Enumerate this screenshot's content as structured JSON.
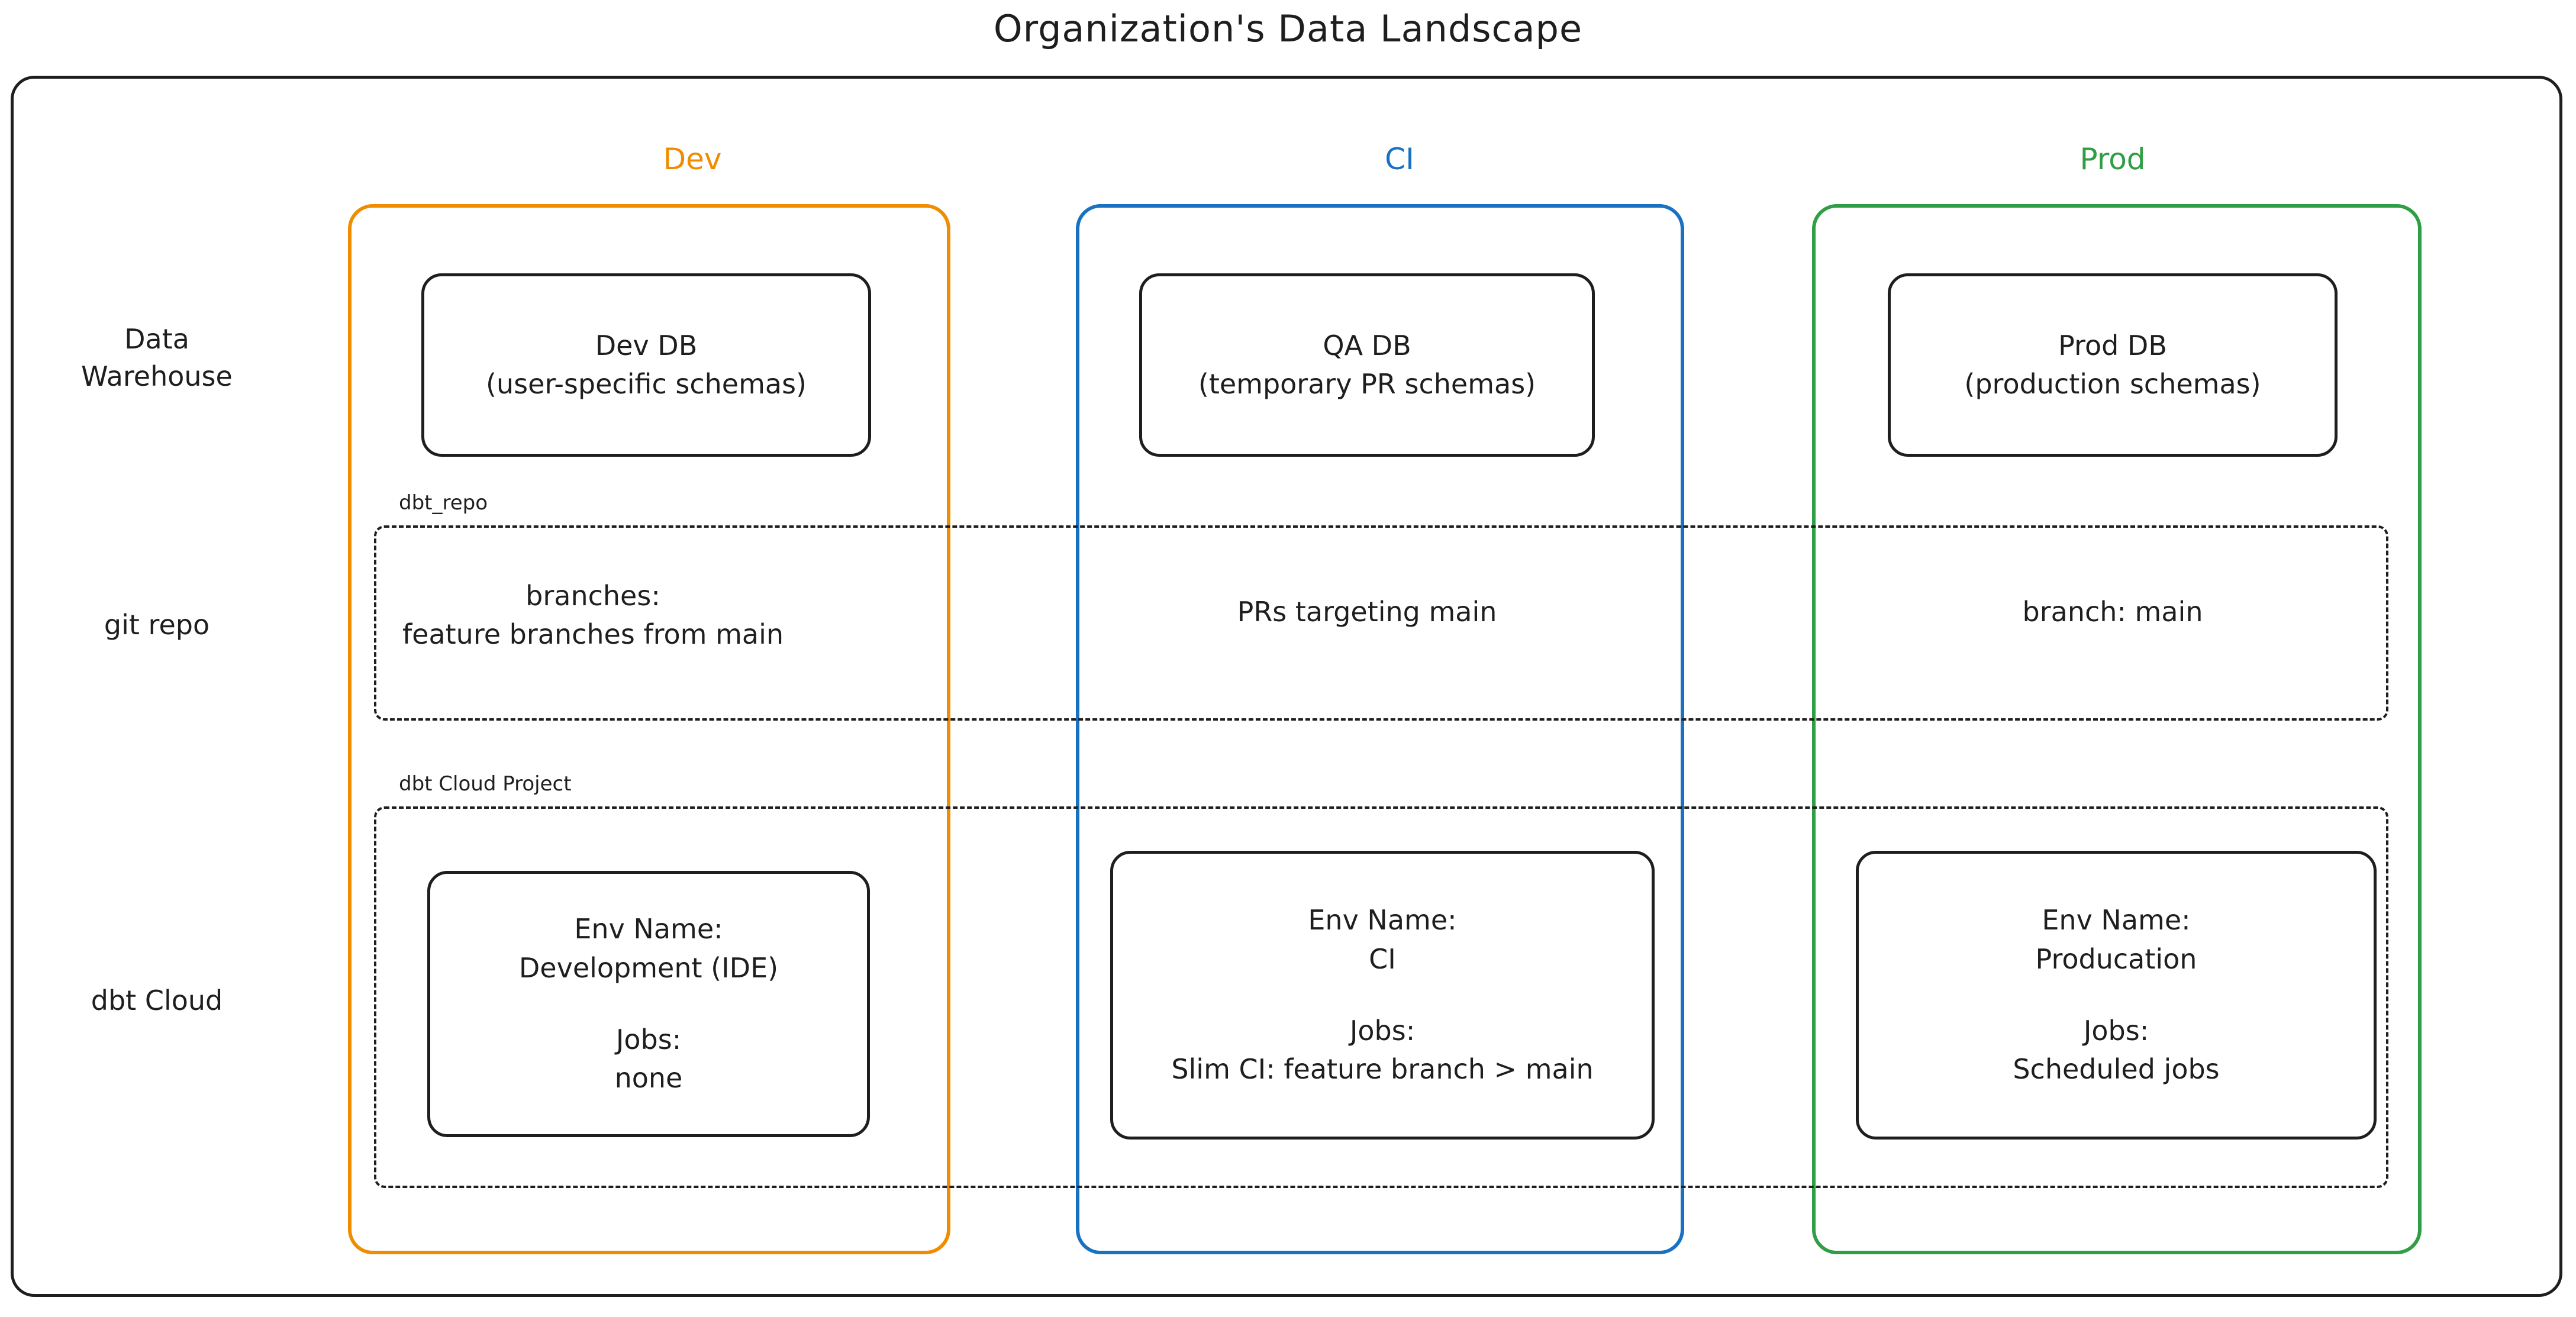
{
  "title": "Organization's Data Landscape",
  "colors": {
    "dev": "#f08c00",
    "ci": "#1971c2",
    "prod": "#2f9e44",
    "ink": "#1e1e1e",
    "background": "#ffffff"
  },
  "columns": [
    {
      "key": "dev",
      "label": "Dev"
    },
    {
      "key": "ci",
      "label": "CI"
    },
    {
      "key": "prod",
      "label": "Prod"
    }
  ],
  "rows": [
    {
      "key": "data_warehouse",
      "label_line1": "Data",
      "label_line2": "Warehouse"
    },
    {
      "key": "git_repo",
      "label_line1": "git repo",
      "label_line2": ""
    },
    {
      "key": "dbt_cloud",
      "label_line1": "dbt Cloud",
      "label_line2": ""
    }
  ],
  "groups": {
    "git_repo": {
      "label": "dbt_repo"
    },
    "dbt_cloud": {
      "label": "dbt Cloud Project"
    }
  },
  "data_warehouse": {
    "dev": {
      "line1": "Dev DB",
      "line2": "(user-specific schemas)"
    },
    "ci": {
      "line1": "QA DB",
      "line2": "(temporary PR schemas)"
    },
    "prod": {
      "line1": "Prod DB",
      "line2": "(production schemas)"
    }
  },
  "git_repo": {
    "dev": {
      "line1": "branches:",
      "line2": "feature branches from main"
    },
    "ci": {
      "line1": "PRs targeting main",
      "line2": ""
    },
    "prod": {
      "line1": "branch: main",
      "line2": ""
    }
  },
  "dbt_cloud": {
    "dev": {
      "env_label": "Env Name:",
      "env_value": "Development (IDE)",
      "jobs_label": "Jobs:",
      "jobs_value": "none"
    },
    "ci": {
      "env_label": "Env Name:",
      "env_value": "CI",
      "jobs_label": "Jobs:",
      "jobs_value": "Slim CI: feature branch > main"
    },
    "prod": {
      "env_label": "Env Name:",
      "env_value": "Producation",
      "jobs_label": "Jobs:",
      "jobs_value": "Scheduled jobs"
    }
  }
}
